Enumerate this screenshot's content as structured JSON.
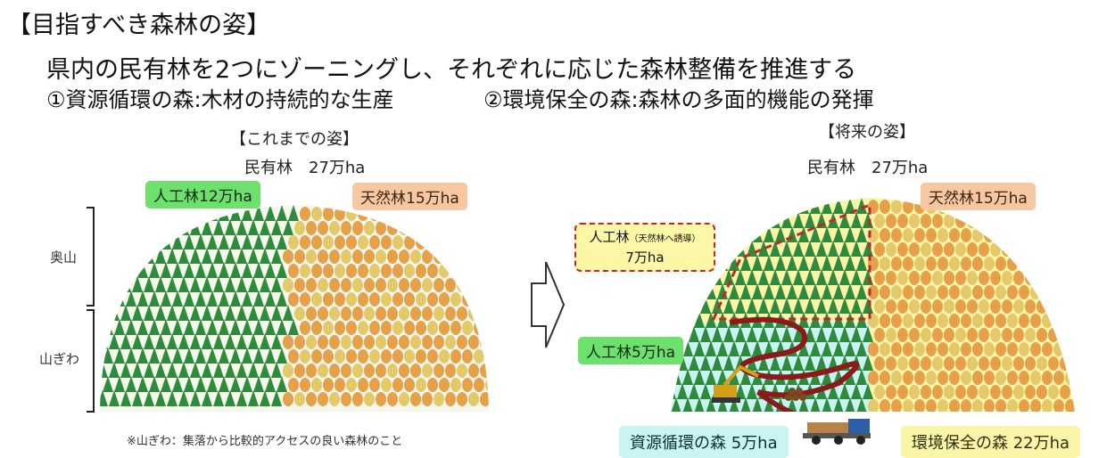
{
  "page_title": "【目指すべき森林の姿】",
  "headline": "県内の民有林を2つにゾーニングし、それぞれに応じた森林整備を推進する",
  "sub_points": [
    "①資源循環の森:木材の持続的な生産",
    "②環境保全の森:森林の多面的機能の発揮"
  ],
  "current": {
    "heading": "【これまでの姿】",
    "total_label": "民有林　27万ha",
    "plantation_tag": "人工林12万ha",
    "natural_tag": "天然林15万ha",
    "zone_labels": [
      "奥山",
      "山ぎわ"
    ],
    "note": "※山ぎわ：集落から比較的アクセスの良い森林のこと"
  },
  "future": {
    "heading": "【将来の姿】",
    "total_label": "民有林　27万ha",
    "natural_tag": "天然林15万ha",
    "convert_tag_line1": "人工林",
    "convert_tag_small": "（天然林へ誘導）",
    "convert_tag_line2": "7万ha",
    "plantation_tag": "人工林5万ha",
    "resource_tag": "資源循環の森 5万ha",
    "environment_tag": "環境保全の森 22万ha"
  },
  "colors": {
    "conifer": "#2f8a3c",
    "broadleaf_orange": "#e7a04a",
    "broadleaf_yellow": "#e3c96a",
    "resource_zone": "#c8f4f4",
    "environment_zone": "#fbf6a7",
    "dashed_border": "#c0272d",
    "road": "#8b1a1a"
  },
  "icons": [
    "arrow-right-outline-icon",
    "excavator-icon",
    "logging-truck-icon",
    "log-pile-icon",
    "forest-road-icon"
  ]
}
